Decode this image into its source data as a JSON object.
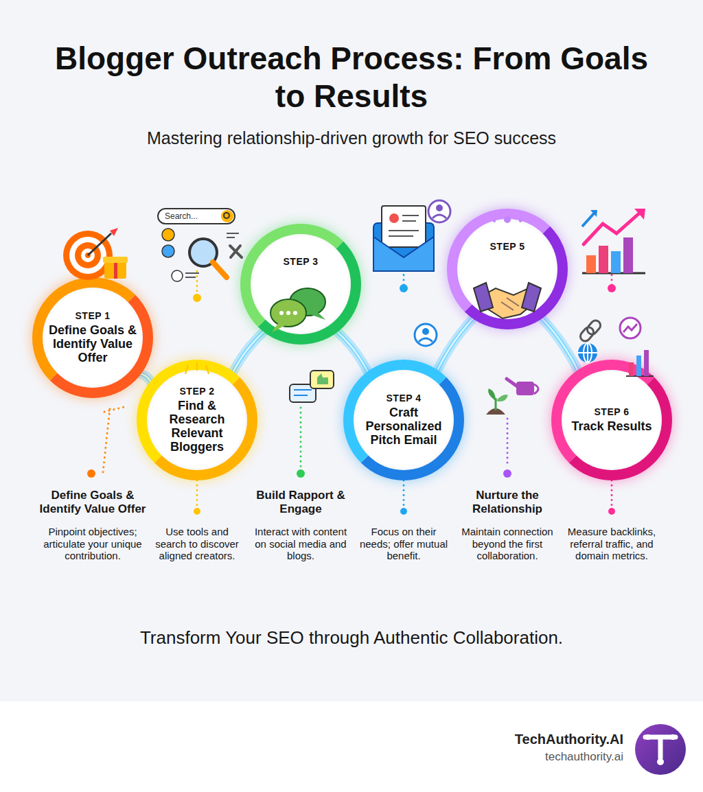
{
  "diagram": {
    "title": "Blogger Outreach Process: From Goals to Results",
    "caption": "Mastering relationship-driven growth for SEO success",
    "nodes": [
      {
        "text": [
          "STEP 1",
          "Define Goals & Identify Value Offer"
        ]
      },
      {
        "text": [
          "STEP 2",
          "Find & Research Relevant Bloggers"
        ]
      },
      {
        "text": [
          "STEP 3"
        ]
      },
      {
        "text": [
          "STEP 4",
          "Craft Personalized Pitch Email"
        ]
      },
      {
        "text": [
          "STEP 5"
        ]
      },
      {
        "text": [
          "STEP 6",
          "Track Results"
        ]
      }
    ],
    "edges": [
      {
        "from": 0,
        "to": 1,
        "arrow": "none"
      },
      {
        "from": 1,
        "to": 2,
        "arrow": "none"
      },
      {
        "from": 2,
        "to": 3,
        "arrow": "none"
      },
      {
        "from": 3,
        "to": 4,
        "arrow": "none"
      },
      {
        "from": 4,
        "to": 5,
        "arrow": "none"
      }
    ],
    "labels": [
      "Search...",
      "Define Goals & Identify Value Offer",
      "Pinpoint objectives; articulate your unique contribution.",
      "Use tools and search to discover aligned creators.",
      "Build Rapport & Engage",
      "Interact with content on social media and blogs.",
      "Focus on their needs; offer mutual benefit.",
      "Nurture the Relationship",
      "Maintain connection beyond the first collaboration.",
      "Measure backlinks, referral traffic, and domain metrics.",
      "Transform Your SEO through Authentic Collaboration.",
      "TechAuthority.AI",
      "techauthority.ai"
    ]
  }
}
